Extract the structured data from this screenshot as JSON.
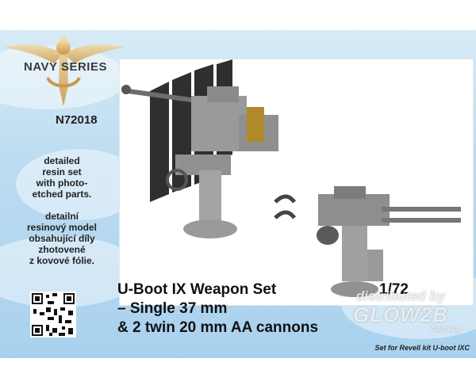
{
  "brand": {
    "series": "NAVY SERIES",
    "code": "N72018"
  },
  "description_en": [
    "detailed",
    "resin set",
    "with photo-",
    "etched parts."
  ],
  "description_cz": [
    "detailní",
    "resinový model",
    "obsahující díly",
    "zhotovené",
    "z kovové fólie."
  ],
  "title": {
    "lines": [
      "U-Boot IX Weapon Set",
      "– Single 37 mm",
      "& 2 twin 20 mm AA cannons"
    ],
    "scale": "1/72"
  },
  "kit_note": "Set for Revell kit U-boot IXC",
  "watermark": {
    "line1": "distributed by",
    "line2": "GLOW2B",
    "line3": "Germany"
  },
  "colors": {
    "sky": "#a9d1ee",
    "logo_gold": "#e6c07a",
    "text": "#111111"
  },
  "icons": [
    "navy-wings-logo-icon",
    "qr-code-icon"
  ]
}
